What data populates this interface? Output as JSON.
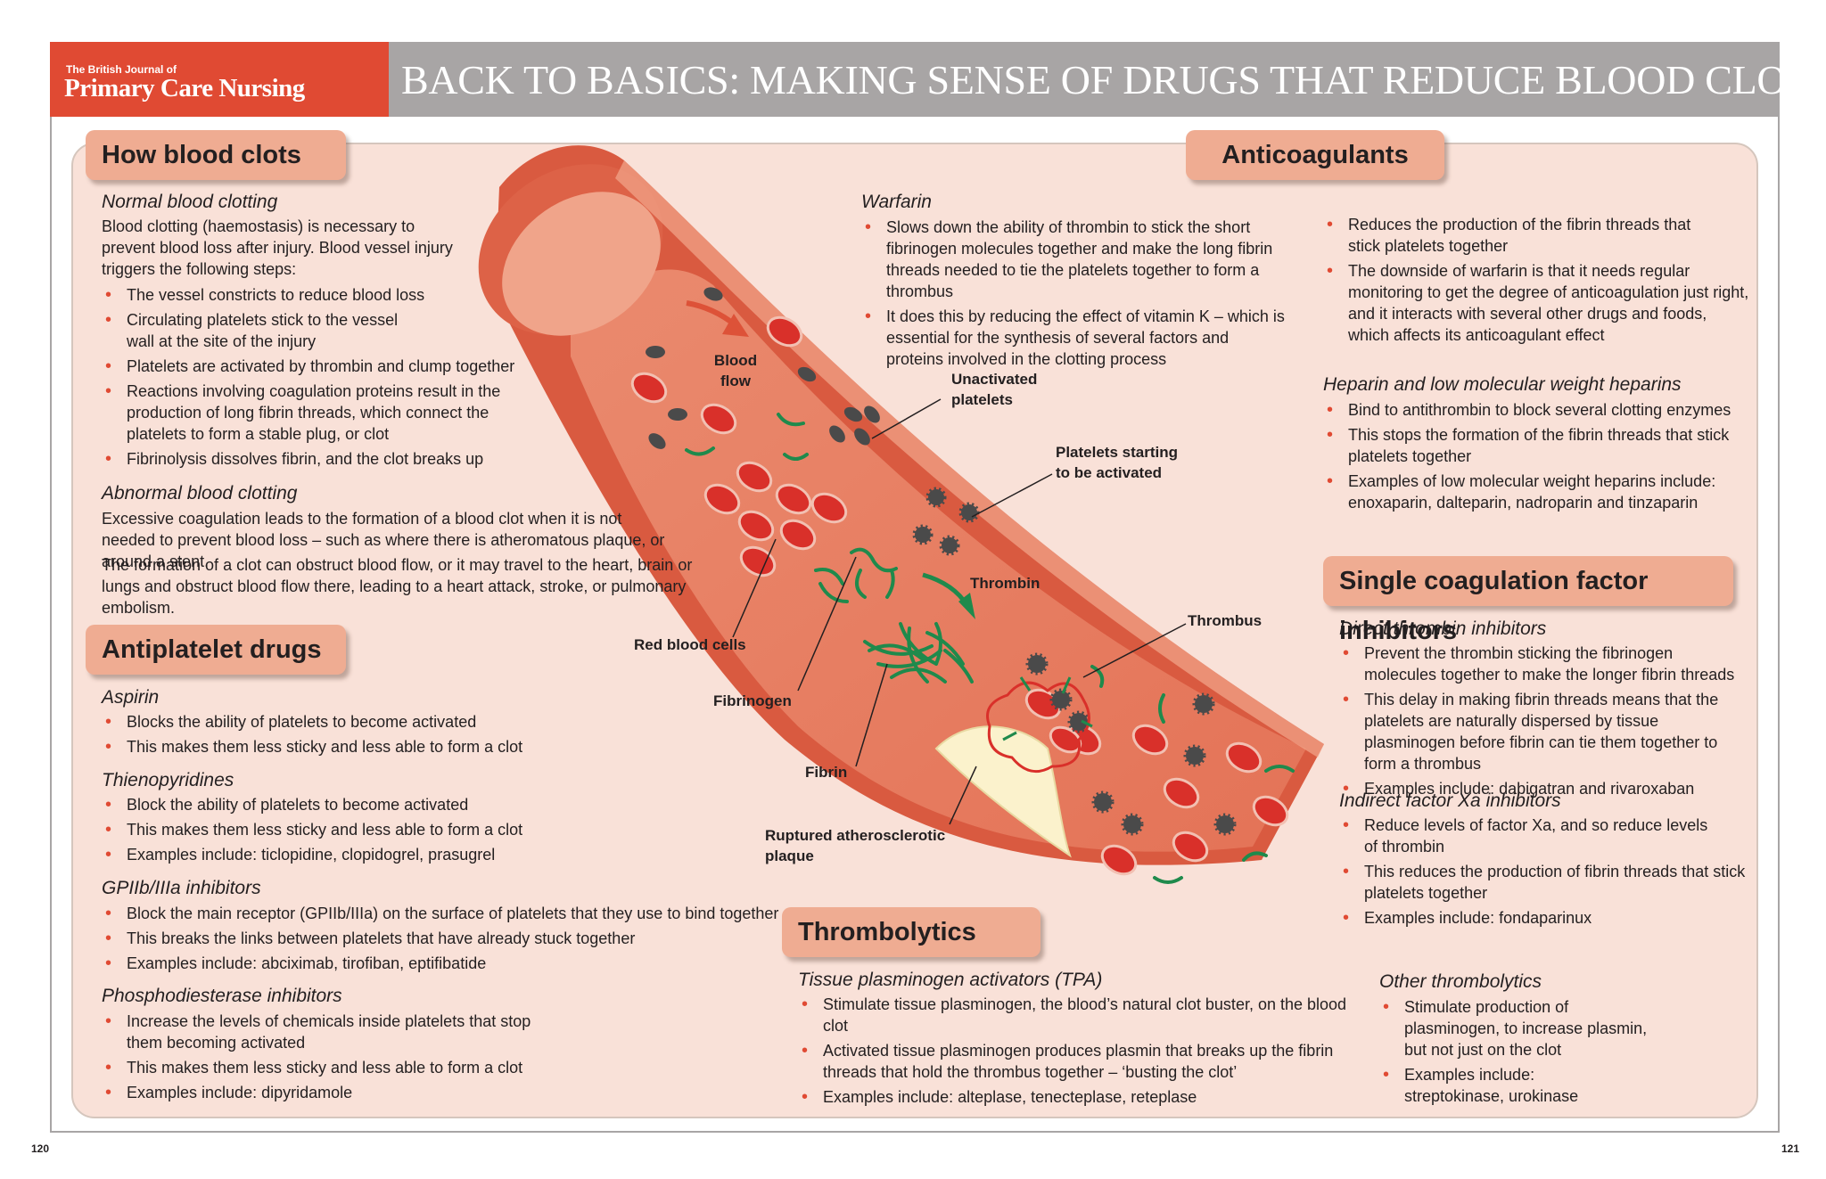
{
  "header": {
    "journal_small": "The British Journal of",
    "journal_big": "Primary Care Nursing",
    "title": "BACK TO BASICS: MAKING SENSE OF DRUGS THAT REDUCE BLOOD CLOTTING"
  },
  "how_blood_clots": {
    "heading": "How blood clots",
    "normal": {
      "subhead": "Normal blood clotting",
      "intro": "Blood clotting (haemostasis) is necessary to prevent blood loss after injury. Blood vessel injury triggers the following steps:",
      "bullets": [
        "The vessel constricts to reduce blood loss",
        "Circulating platelets stick to the vessel wall at the site of the injury",
        "Platelets are activated by thrombin and clump together",
        "Reactions involving coagulation proteins result in the production of long fibrin threads, which connect the platelets to form a stable plug, or clot",
        "Fibrinolysis dissolves fibrin, and the clot breaks up"
      ]
    },
    "abnormal": {
      "subhead": "Abnormal blood clotting",
      "para1": "Excessive coagulation leads to the formation of a blood clot when it is not needed to prevent blood loss – such as where there is atheromatous plaque, or around a stent.",
      "para2": "The formation of a clot can obstruct blood flow, or it may travel to the heart, brain or lungs and obstruct blood flow there, leading to a heart attack, stroke, or pulmonary embolism."
    }
  },
  "antiplatelet": {
    "heading": "Antiplatelet drugs",
    "groups": [
      {
        "subhead": "Aspirin",
        "bullets": [
          "Blocks the ability of platelets to become activated",
          "This makes them less sticky and less able to form a clot"
        ]
      },
      {
        "subhead": "Thienopyridines",
        "bullets": [
          "Block the ability of platelets to become activated",
          "This makes them less sticky and less able to form a clot",
          "Examples include: ticlopidine, clopidogrel, prasugrel"
        ]
      },
      {
        "subhead": "GPIIb/IIIa inhibitors",
        "bullets": [
          "Block the main receptor (GPIIb/IIIa) on the surface of platelets that they use to bind together",
          "This breaks the links between platelets that have already stuck together",
          "Examples include: abciximab, tirofiban, eptifibatide"
        ]
      },
      {
        "subhead": "Phosphodiesterase inhibitors",
        "bullets": [
          "Increase the levels of chemicals inside platelets that stop them becoming activated",
          "This makes them less sticky and less able to form a clot",
          "Examples include: dipyridamole"
        ]
      }
    ]
  },
  "anticoagulants": {
    "heading": "Anticoagulants",
    "warfarin": {
      "subhead": "Warfarin",
      "bullets_left": [
        "Slows down the ability of thrombin to stick the short fibrinogen molecules together and make the long fibrin threads needed to tie the platelets together to form a thrombus",
        "It does this by reducing the effect of vitamin K – which is essential for the synthesis of several factors and proteins involved in the clotting process"
      ],
      "bullets_right": [
        "Reduces the production of the fibrin threads that stick platelets together",
        "The downside of warfarin is that it needs regular monitoring to get the degree of anticoagulation just right, and it interacts with several other drugs and foods, which affects its anticoagulant effect"
      ]
    },
    "heparin": {
      "subhead": "Heparin and low molecular weight heparins",
      "bullets": [
        "Bind to antithrombin to block several clotting enzymes",
        "This stops the formation of the fibrin threads that stick platelets together",
        "Examples of low molecular weight heparins include: enoxaparin, dalteparin, nadroparin and tinzaparin"
      ]
    }
  },
  "single_factor": {
    "heading": "Single coagulation factor inhibitors",
    "direct": {
      "subhead": "Direct thrombin inhibitors",
      "bullets": [
        "Prevent the thrombin sticking the fibrinogen molecules together to make the longer fibrin threads",
        "This delay in making fibrin threads means that the platelets are naturally dispersed by tissue plasminogen before fibrin can tie them together to form a thrombus",
        "Examples include: dabigatran and rivaroxaban"
      ]
    },
    "indirect": {
      "subhead": "Indirect factor Xa inhibitors",
      "bullets": [
        "Reduce levels of factor Xa, and so reduce levels of thrombin",
        "This reduces the production of fibrin threads that stick platelets together",
        "Examples include: fondaparinux"
      ]
    }
  },
  "thrombolytics": {
    "heading": "Thrombolytics",
    "tpa": {
      "subhead": "Tissue plasminogen activators (TPA)",
      "bullets": [
        "Stimulate tissue plasminogen, the blood’s natural clot buster, on the blood clot",
        "Activated tissue plasminogen produces plasmin that breaks up the fibrin threads that hold the thrombus together – ‘busting the clot’",
        "Examples include: alteplase, tenecteplase, reteplase"
      ]
    },
    "other": {
      "subhead": "Other thrombolytics",
      "bullets": [
        "Stimulate production of plasminogen, to increase plasmin, but not just on the clot",
        "Examples include: streptokinase, urokinase"
      ]
    }
  },
  "diagram_labels": {
    "blood_flow": "Blood flow",
    "unactivated": "Unactivated platelets",
    "activating": "Platelets starting to be activated",
    "thrombin": "Thrombin",
    "thrombus": "Thrombus",
    "red_cells": "Red blood cells",
    "fibrinogen": "Fibrinogen",
    "fibrin": "Fibrin",
    "plaque": "Ruptured atherosclerotic plaque"
  },
  "page_numbers": {
    "left": "120",
    "right": "121"
  },
  "colors": {
    "brand_red": "#e04a33",
    "header_grey": "#a8a5a5",
    "panel_bg": "#f9e1d8",
    "tab_bg": "#efac92",
    "vessel": "#e8846a",
    "fibrin_green": "#1f8a4c"
  }
}
